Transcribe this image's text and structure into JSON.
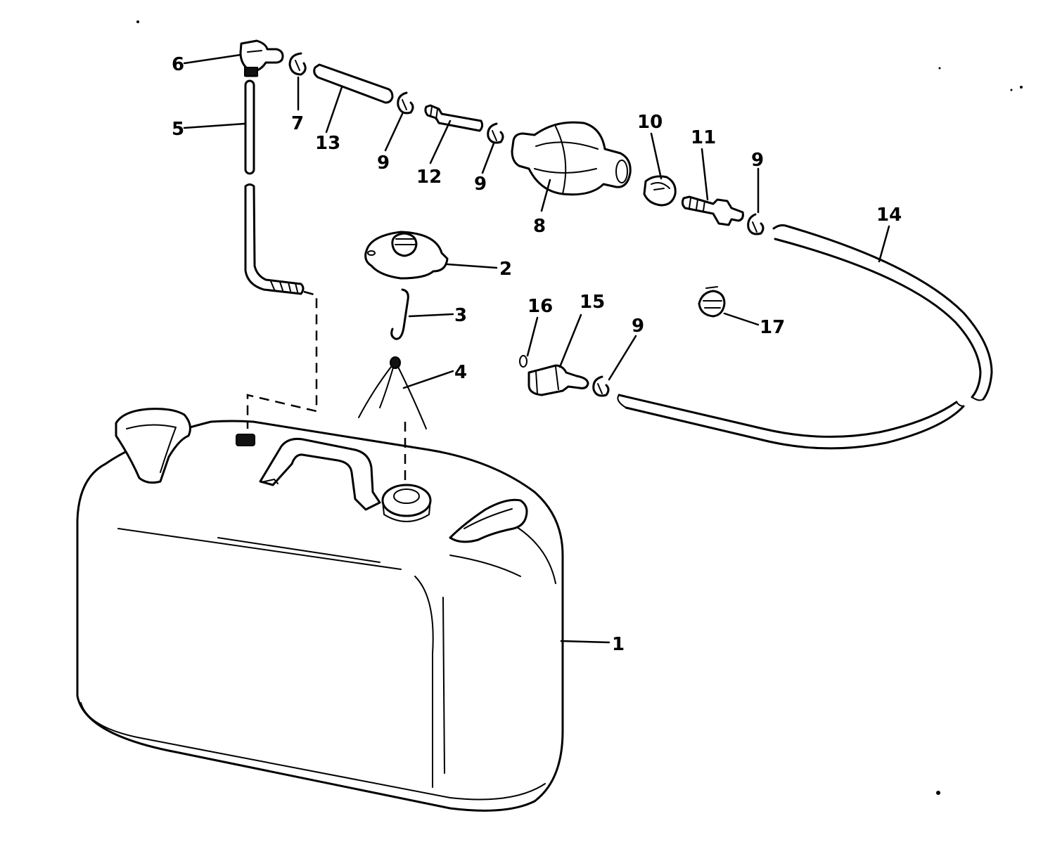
{
  "diagram": {
    "callouts": [
      {
        "id": "1",
        "text": "1"
      },
      {
        "id": "2",
        "text": "2"
      },
      {
        "id": "3",
        "text": "3"
      },
      {
        "id": "4",
        "text": "4"
      },
      {
        "id": "5",
        "text": "5"
      },
      {
        "id": "6",
        "text": "6"
      },
      {
        "id": "7",
        "text": "7"
      },
      {
        "id": "8",
        "text": "8"
      },
      {
        "id": "9a",
        "text": "9"
      },
      {
        "id": "9b",
        "text": "9"
      },
      {
        "id": "9c",
        "text": "9"
      },
      {
        "id": "9d",
        "text": "9"
      },
      {
        "id": "10",
        "text": "10"
      },
      {
        "id": "11",
        "text": "11"
      },
      {
        "id": "12",
        "text": "12"
      },
      {
        "id": "13",
        "text": "13"
      },
      {
        "id": "14",
        "text": "14"
      },
      {
        "id": "15",
        "text": "15"
      },
      {
        "id": "16",
        "text": "16"
      },
      {
        "id": "17",
        "text": "17"
      }
    ]
  }
}
